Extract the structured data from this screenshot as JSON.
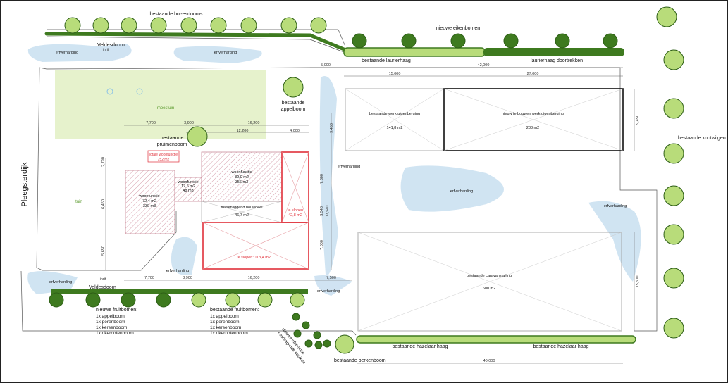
{
  "colors": {
    "tree_light": "#b8dc7a",
    "tree_dark": "#3e7a1f",
    "hedge_light": "#b8dc7a",
    "hedge_dark": "#3e7a1f",
    "paving": "#c8dff0",
    "moestuin": "#e6f2cc",
    "demolish": "#e0303a",
    "hatch": "#c98a98"
  },
  "labels": {
    "bol_esdoorns": "bestaande bol-esdoorns",
    "veldesdoorn_top": "Veldesdoorn",
    "veldesdoorn_bottom": "Veldesdoorn",
    "nieuwe_eikenbomen": "nieuwe eikenbomen",
    "laurierhaag": "bestaande laurierhaag",
    "laurierhaag_doortrekken": "laurierhaag doortrekken",
    "knotwilgen": "bestaande knotwilgen",
    "pleegsterdijk": "Pleegsterdijk",
    "appelboom": [
      "bestaande",
      "appelboom"
    ],
    "pruimenboom": [
      "bestaande",
      "pruimenboom"
    ],
    "berkenboom": "bestaande berkenboom",
    "hazelaar_1": "bestaande hazelaar haag",
    "hazelaar_2": "bestaande hazelaar haag",
    "nieuwe_fruitbomen": [
      "nieuwe fruitbomen:",
      "1x appelboom",
      "1x perenboom",
      "1x kersenboom",
      "1x okernotenboom"
    ],
    "bestaande_fruitbomen": [
      "bestaande fruitbomen:",
      "1x appelboom",
      "1x perenboom",
      "1x kersenboom",
      "1x okernotenboom"
    ],
    "nieuwe_struiken": [
      "nieuwe inheemse",
      "besdragende struiken"
    ],
    "moestuin": "moestuin",
    "tuin": "tuin",
    "totale_woonfunctie": [
      "Totale woonfunctie:",
      "752 m2"
    ]
  },
  "erfverharding": [
    "erfverharding",
    "erfverharding",
    "erfverharding",
    "erfverharding",
    "erfverharding",
    "erfverharding",
    "erfverharding",
    "erfverharding"
  ],
  "buildings": {
    "woonfunctie_left": [
      "woonfunctie",
      "72,4 m2",
      "330 m3"
    ],
    "woonfunctie_small": [
      "woonfunctie",
      "17,6 m2",
      "48 m3"
    ],
    "woonfunctie_top": [
      "woonfunctie",
      "89,0 m2",
      "356 m3"
    ],
    "tussenbouw": [
      "tussenliggend bouwdeel",
      "46,7 m2"
    ],
    "te_slopen_right": [
      "te slopen",
      "42,8 m2"
    ],
    "te_slopen_bottom": "te slopen: 113,4 m2",
    "werktuigenberging_1": [
      "bestaande werktuigenberging",
      "141,8 m2"
    ],
    "werktuigenberging_2": [
      "nieuw te bouwen werktuigenberging",
      "288 m2"
    ],
    "caravanstalling": [
      "bestaande caravanstalling",
      "600 m2"
    ]
  },
  "dimensions": {
    "top_42": "42,000",
    "top_15": "15,000",
    "top_27": "27,000",
    "top_5": "5,000",
    "mid_7700": "7,700",
    "mid_3900": "3,900",
    "mid_16200": "16,200",
    "mid_12200": "12,200",
    "mid_4000": "4,000",
    "bot_7700": "7,700",
    "bot_3900": "3,900",
    "bot_16200": "16,200",
    "bot_7500": "7,500",
    "right_9450": "9,450",
    "right_15500": "15,500",
    "v_6450": "6,450",
    "v_7300": "7,300",
    "v_3340": "3,340",
    "v_17540": "17,540",
    "v_7000": "7,000",
    "v_2790": "2,790",
    "v_9450b": "9,450",
    "v_5650": "5,650",
    "bottom_40": "40,000",
    "inrit_1": "inrit",
    "inrit_2": "inrit"
  }
}
